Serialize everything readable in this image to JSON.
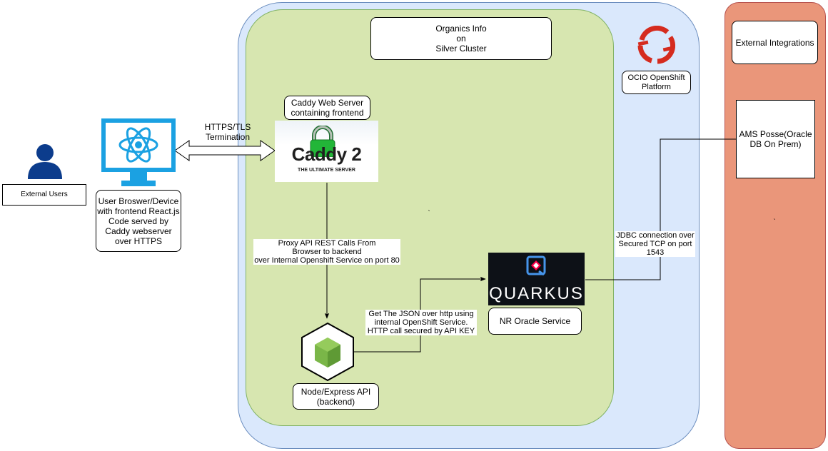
{
  "cluster_title": "Organics Info\non\nSilver Cluster",
  "platform_label": "OCIO OpenShift\nPlatform",
  "external_integrations_label": "External Integrations",
  "ams_label": "AMS Posse(Oracle\nDB On Prem)",
  "external_users_label": "External Users",
  "browser_label": "User Broswer/Device\nwith frontend React.js\nCode served by\nCaddy webserver\nover HTTPS",
  "https_label": "HTTPS/TLS\nTermination",
  "caddy_label": "Caddy Web Server\ncontaining frontend",
  "caddy_logo": {
    "name": "Caddy 2",
    "tagline": "THE ULTIMATE SERVER"
  },
  "proxy_label": "Proxy API REST Calls From\nBrowser to backend\nover Internal Openshift Service on port 80",
  "json_label": "Get The JSON over http using\ninternal OpenShift Service.\nHTTP call secured by API KEY",
  "quarkus_logo": "QUARKUS",
  "nr_oracle_label": "NR Oracle Service",
  "node_label": "Node/Express API\n(backend)",
  "jdbc_label": "JDBC connection over\nSecured TCP on port\n1543",
  "tick_marks": [
    "`",
    "`"
  ],
  "colors": {
    "platform_fill": "#dae8fc",
    "platform_stroke": "#6c8ebf",
    "cluster_fill": "#d7e6b0",
    "cluster_stroke": "#82b366",
    "external_fill": "#ea967a",
    "external_stroke": "#b85450",
    "azure_blue": "#1ba1e2",
    "user_blue": "#0c3c8c",
    "openshift_red": "#d52b1e",
    "caddy_green": "#22b638",
    "quarkus_dark": "#0d1117",
    "node_green": "#7ab648"
  }
}
